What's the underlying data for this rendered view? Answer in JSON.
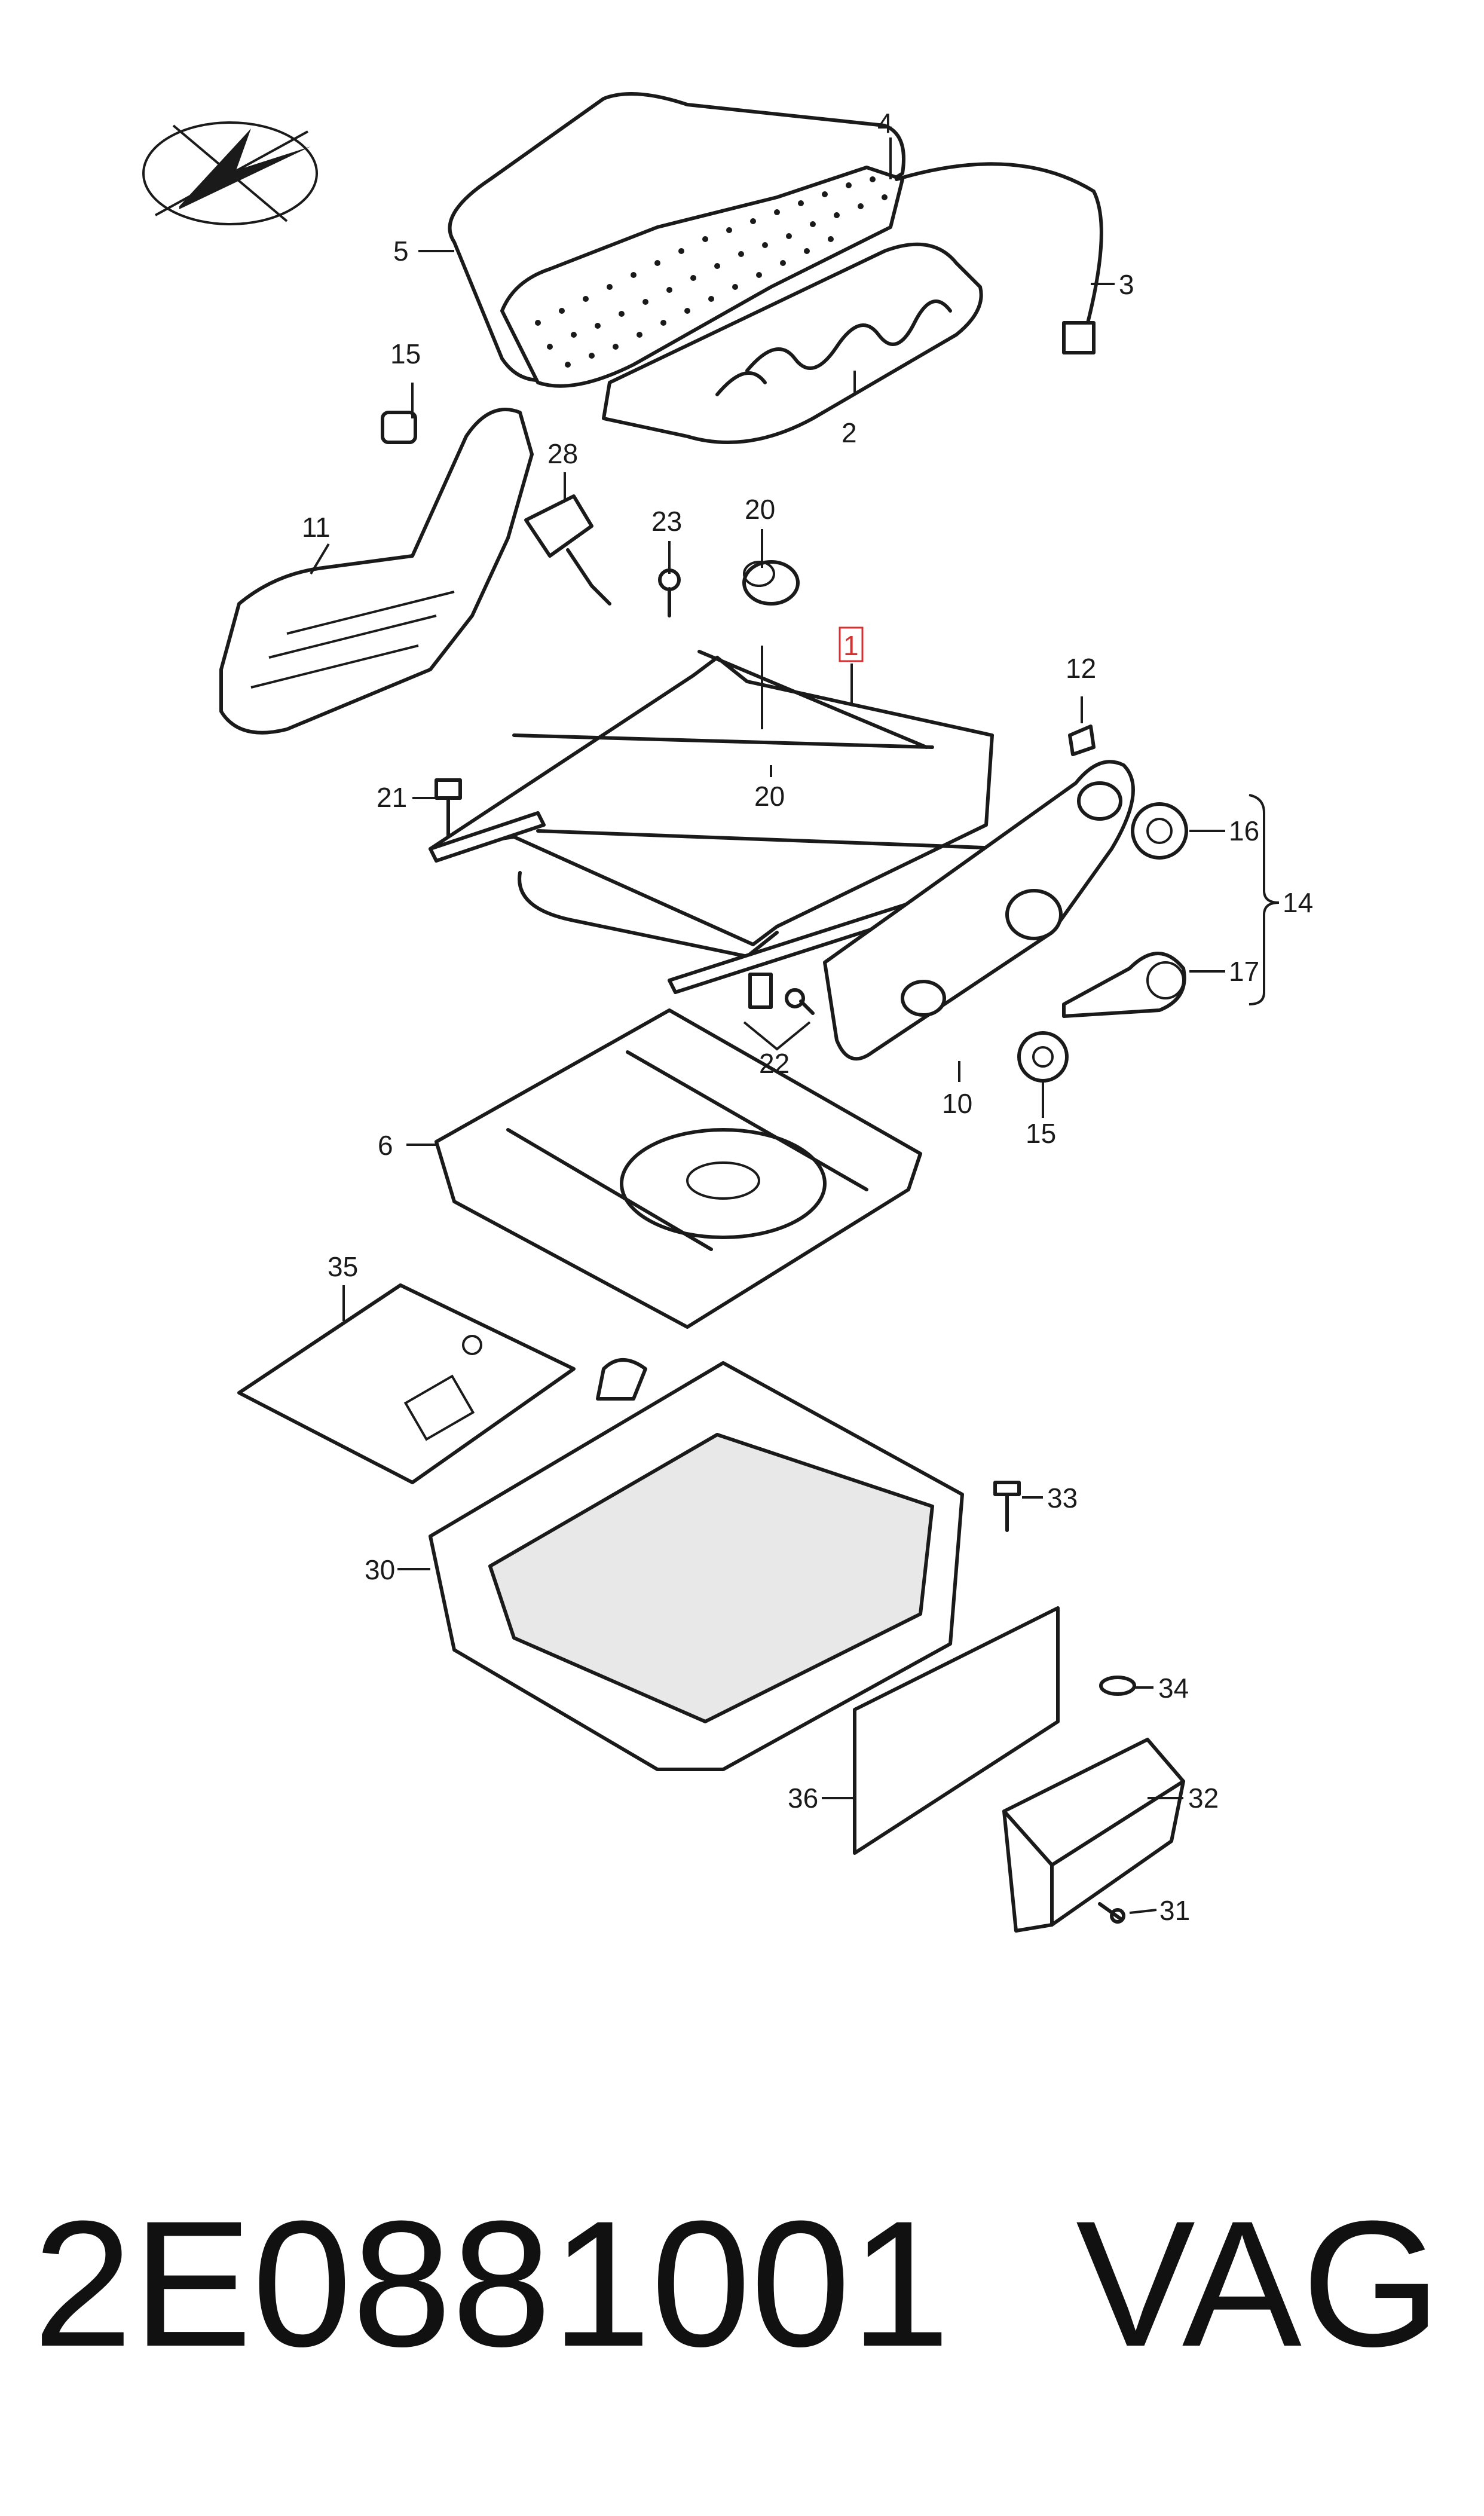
{
  "diagram": {
    "labels": [
      {
        "id": "l1",
        "text": "1",
        "highlight": true
      },
      {
        "id": "l2",
        "text": "2"
      },
      {
        "id": "l3",
        "text": "3"
      },
      {
        "id": "l4",
        "text": "4"
      },
      {
        "id": "l5",
        "text": "5"
      },
      {
        "id": "l6",
        "text": "6"
      },
      {
        "id": "l10",
        "text": "10"
      },
      {
        "id": "l11",
        "text": "11"
      },
      {
        "id": "l12",
        "text": "12"
      },
      {
        "id": "l14",
        "text": "14"
      },
      {
        "id": "l15a",
        "text": "15"
      },
      {
        "id": "l15b",
        "text": "15"
      },
      {
        "id": "l16",
        "text": "16"
      },
      {
        "id": "l17",
        "text": "17"
      },
      {
        "id": "l20a",
        "text": "20"
      },
      {
        "id": "l20b",
        "text": "20"
      },
      {
        "id": "l21",
        "text": "21"
      },
      {
        "id": "l22",
        "text": "22"
      },
      {
        "id": "l23",
        "text": "23"
      },
      {
        "id": "l28",
        "text": "28"
      },
      {
        "id": "l30",
        "text": "30"
      },
      {
        "id": "l31",
        "text": "31"
      },
      {
        "id": "l32",
        "text": "32"
      },
      {
        "id": "l33",
        "text": "33"
      },
      {
        "id": "l34",
        "text": "34"
      },
      {
        "id": "l35",
        "text": "35"
      },
      {
        "id": "l36",
        "text": "36"
      }
    ]
  },
  "footer": {
    "part_number": "2E0881001",
    "brand": "VAG"
  },
  "colors": {
    "line": "#1a1a1a",
    "highlight": "#d43030",
    "background": "#ffffff"
  }
}
